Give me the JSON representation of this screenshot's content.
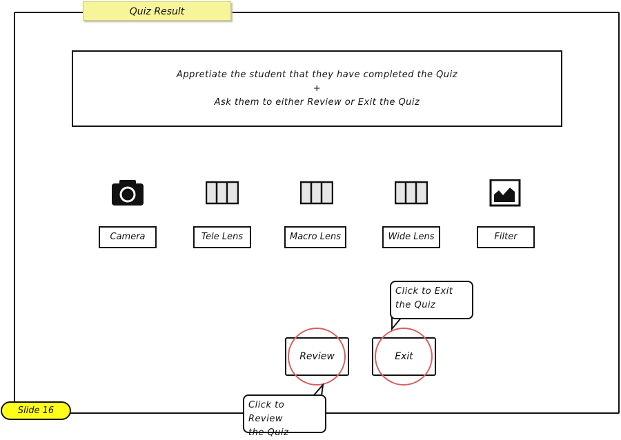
{
  "title": "Quiz Result",
  "message": {
    "line1": "Appretiate the student that they have completed the Quiz",
    "line2": "+",
    "line3": "Ask them to either Review or Exit the Quiz"
  },
  "items": [
    {
      "label": "Camera",
      "icon": "camera-icon"
    },
    {
      "label": "Tele Lens",
      "icon": "columns-icon"
    },
    {
      "label": "Macro Lens",
      "icon": "columns-icon"
    },
    {
      "label": "Wide Lens",
      "icon": "columns-icon"
    },
    {
      "label": "Filter",
      "icon": "image-icon"
    }
  ],
  "buttons": {
    "review": "Review",
    "exit": "Exit"
  },
  "callouts": {
    "exit_line1": "Click to Exit",
    "exit_line2": "the Quiz",
    "review_line1": "Click to Review",
    "review_line2": "the Quiz"
  },
  "slide": "Slide 16",
  "colors": {
    "sticky": "#f7f59a",
    "badge": "#ffff1a",
    "highlight": "#d95f5f"
  }
}
